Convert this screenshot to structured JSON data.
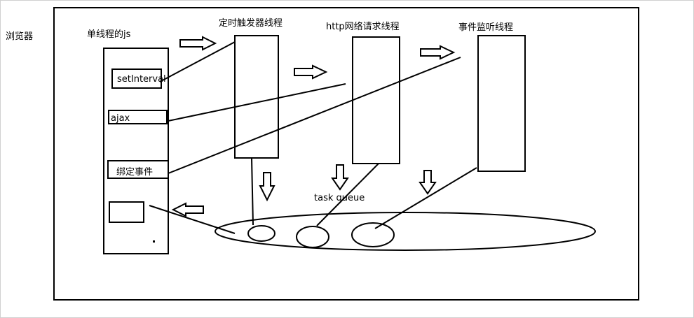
{
  "diagram": {
    "browser_label": "浏览器",
    "main_thread_label": "单线程的js",
    "timer_thread_label": "定时触发器线程",
    "http_thread_label": "http网络请求线程",
    "event_thread_label": "事件监听线程",
    "task_queue_label": "task queue",
    "items": {
      "setinterval": "setInterval",
      "ajax": "ajax",
      "bind_event": "绑定事件"
    }
  }
}
